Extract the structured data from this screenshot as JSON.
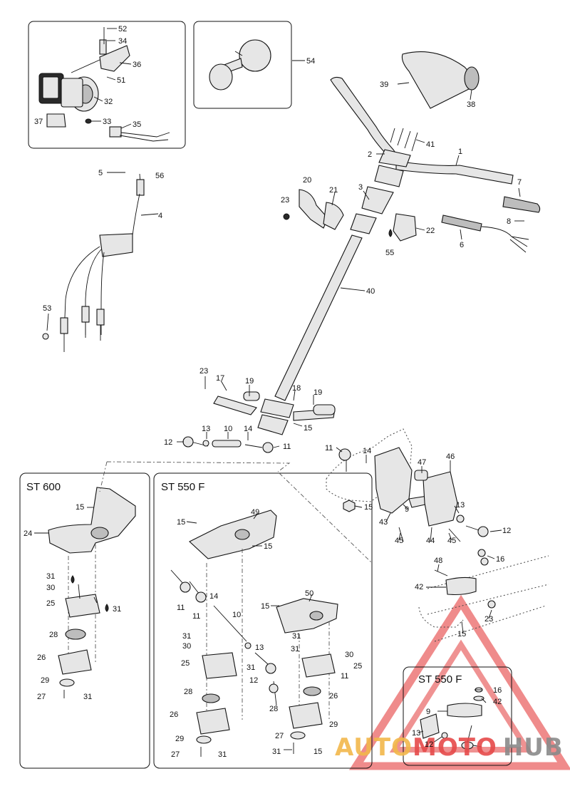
{
  "inset_titles": {
    "st600": "ST 600",
    "st550f_left": "ST 550 F",
    "st550f_right": "ST 550 F"
  },
  "watermark": {
    "part1": "AUTO",
    "part2": "MOTO",
    "part3": "HUB",
    "color_primary": "#e64a4a",
    "color_secondary": "#f2b84b",
    "color_tertiary": "#8a8a8a"
  },
  "callouts": [
    {
      "id": "c1",
      "text": "52"
    },
    {
      "id": "c2",
      "text": "34"
    },
    {
      "id": "c3",
      "text": "36"
    },
    {
      "id": "c4",
      "text": "51"
    },
    {
      "id": "c5",
      "text": "32"
    },
    {
      "id": "c6",
      "text": "37"
    },
    {
      "id": "c7",
      "text": "33"
    },
    {
      "id": "c8",
      "text": "35"
    },
    {
      "id": "c9",
      "text": "54"
    },
    {
      "id": "c10",
      "text": "39"
    },
    {
      "id": "c11",
      "text": "38"
    },
    {
      "id": "c12",
      "text": "41"
    },
    {
      "id": "c13",
      "text": "2"
    },
    {
      "id": "c14",
      "text": "1"
    },
    {
      "id": "c15",
      "text": "5"
    },
    {
      "id": "c16",
      "text": "56"
    },
    {
      "id": "c17",
      "text": "20"
    },
    {
      "id": "c18",
      "text": "21"
    },
    {
      "id": "c19",
      "text": "23"
    },
    {
      "id": "c20",
      "text": "3"
    },
    {
      "id": "c21",
      "text": "7"
    },
    {
      "id": "c22",
      "text": "8"
    },
    {
      "id": "c23",
      "text": "4"
    },
    {
      "id": "c24",
      "text": "22"
    },
    {
      "id": "c25",
      "text": "55"
    },
    {
      "id": "c26",
      "text": "6"
    },
    {
      "id": "c27",
      "text": "40"
    },
    {
      "id": "c28",
      "text": "53"
    },
    {
      "id": "c29",
      "text": "23"
    },
    {
      "id": "c30",
      "text": "17"
    },
    {
      "id": "c31",
      "text": "19"
    },
    {
      "id": "c32",
      "text": "18"
    },
    {
      "id": "c33",
      "text": "19"
    },
    {
      "id": "c34",
      "text": "15"
    },
    {
      "id": "c35",
      "text": "12"
    },
    {
      "id": "c36",
      "text": "13"
    },
    {
      "id": "c37",
      "text": "10"
    },
    {
      "id": "c38",
      "text": "14"
    },
    {
      "id": "c39",
      "text": "11"
    },
    {
      "id": "c40",
      "text": "11"
    },
    {
      "id": "c41",
      "text": "14"
    },
    {
      "id": "c42",
      "text": "47"
    },
    {
      "id": "c43",
      "text": "46"
    },
    {
      "id": "c44",
      "text": "15"
    },
    {
      "id": "c45",
      "text": "9"
    },
    {
      "id": "c46",
      "text": "13"
    },
    {
      "id": "c47",
      "text": "43"
    },
    {
      "id": "c48",
      "text": "44"
    },
    {
      "id": "c49",
      "text": "12"
    },
    {
      "id": "c50",
      "text": "45"
    },
    {
      "id": "c51",
      "text": "45"
    },
    {
      "id": "c52",
      "text": "16"
    },
    {
      "id": "c53",
      "text": "48"
    },
    {
      "id": "c54",
      "text": "42"
    },
    {
      "id": "c55",
      "text": "23"
    },
    {
      "id": "c56",
      "text": "15"
    },
    {
      "id": "c57",
      "text": "15"
    },
    {
      "id": "c58",
      "text": "24"
    },
    {
      "id": "c59",
      "text": "31"
    },
    {
      "id": "c60",
      "text": "30"
    },
    {
      "id": "c61",
      "text": "25"
    },
    {
      "id": "c62",
      "text": "31"
    },
    {
      "id": "c63",
      "text": "28"
    },
    {
      "id": "c64",
      "text": "26"
    },
    {
      "id": "c65",
      "text": "29"
    },
    {
      "id": "c66",
      "text": "27"
    },
    {
      "id": "c67",
      "text": "31"
    },
    {
      "id": "c68",
      "text": "49"
    },
    {
      "id": "c69",
      "text": "15"
    },
    {
      "id": "c70",
      "text": "15"
    },
    {
      "id": "c71",
      "text": "11"
    },
    {
      "id": "c72",
      "text": "11"
    },
    {
      "id": "c73",
      "text": "14"
    },
    {
      "id": "c74",
      "text": "10"
    },
    {
      "id": "c75",
      "text": "31"
    },
    {
      "id": "c76",
      "text": "30"
    },
    {
      "id": "c77",
      "text": "25"
    },
    {
      "id": "c78",
      "text": "31"
    },
    {
      "id": "c79",
      "text": "13"
    },
    {
      "id": "c80",
      "text": "12"
    },
    {
      "id": "c81",
      "text": "28"
    },
    {
      "id": "c82",
      "text": "26"
    },
    {
      "id": "c83",
      "text": "29"
    },
    {
      "id": "c84",
      "text": "27"
    },
    {
      "id": "c85",
      "text": "31"
    },
    {
      "id": "c86",
      "text": "50"
    },
    {
      "id": "c87",
      "text": "15"
    },
    {
      "id": "c88",
      "text": "31"
    },
    {
      "id": "c89",
      "text": "30"
    },
    {
      "id": "c90",
      "text": "31"
    },
    {
      "id": "c91",
      "text": "25"
    },
    {
      "id": "c92",
      "text": "11"
    },
    {
      "id": "c93",
      "text": "28"
    },
    {
      "id": "c94",
      "text": "26"
    },
    {
      "id": "c95",
      "text": "29"
    },
    {
      "id": "c96",
      "text": "27"
    },
    {
      "id": "c97",
      "text": "31"
    },
    {
      "id": "c98",
      "text": "15"
    },
    {
      "id": "c99",
      "text": "16"
    },
    {
      "id": "c100",
      "text": "42"
    },
    {
      "id": "c101",
      "text": "9"
    },
    {
      "id": "c102",
      "text": "13"
    },
    {
      "id": "c103",
      "text": "12"
    }
  ]
}
